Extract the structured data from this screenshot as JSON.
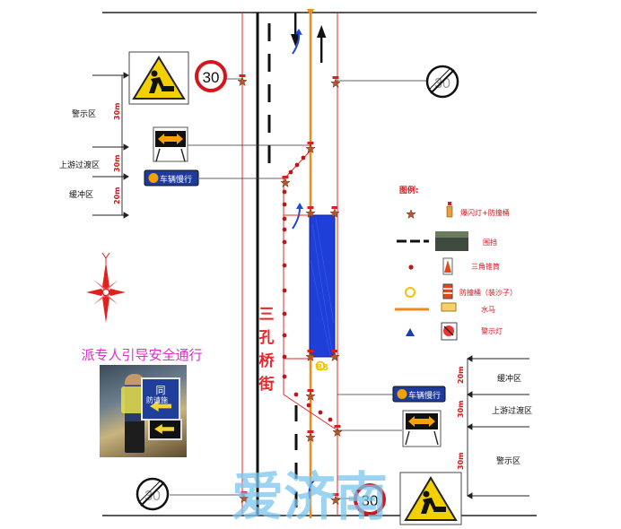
{
  "street_name": "三孔桥街",
  "speed_limit": "30",
  "end_limit": "30",
  "zones": {
    "warning": "警示区",
    "transition": "上游过渡区",
    "buffer": "缓冲区",
    "dist_warning": "30m",
    "dist_transition": "30m",
    "dist_buffer": "20m"
  },
  "slow_sign": "车辆慢行",
  "guide_text": "派专人引导安全通行",
  "photo_board_text": "防请施",
  "photo_board_char": "同",
  "legend": {
    "title": "图例:",
    "items": [
      "爆闪灯+防撞桶",
      "围挡",
      "三角锥筒",
      "防撞桶（装沙子）",
      "水马",
      "警示灯"
    ]
  },
  "barrel_label": "88",
  "watermark": "爱济南",
  "colors": {
    "red_line": "#e8262a",
    "orange_line": "#f08a1a",
    "work_zone": "#1e3fd8",
    "legend_title": "#d4161c",
    "guide_text": "#e02dcb",
    "watermark": "#7ac6ee"
  }
}
